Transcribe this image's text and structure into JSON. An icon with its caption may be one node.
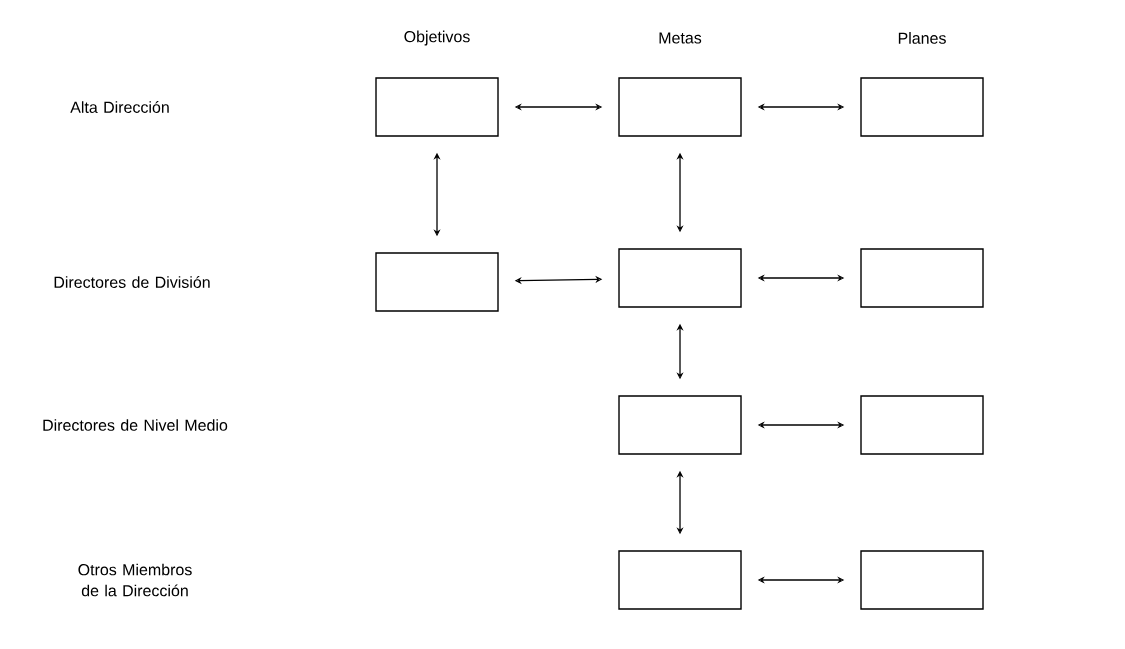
{
  "diagram": {
    "nodes": [
      {
        "text": [],
        "shape": "box"
      },
      {
        "text": [],
        "shape": "box"
      },
      {
        "text": [],
        "shape": "box"
      },
      {
        "text": [],
        "shape": "box"
      },
      {
        "text": [],
        "shape": "box"
      },
      {
        "text": [],
        "shape": "box"
      },
      {
        "text": [],
        "shape": "box"
      },
      {
        "text": [],
        "shape": "box"
      },
      {
        "text": [],
        "shape": "box"
      },
      {
        "text": [],
        "shape": "box"
      }
    ],
    "edges": [
      {
        "from": 0,
        "to": 1,
        "arrow": "both"
      },
      {
        "from": 1,
        "to": 2,
        "arrow": "both"
      },
      {
        "from": 0,
        "to": 3,
        "arrow": "both"
      },
      {
        "from": 1,
        "to": 4,
        "arrow": "both"
      },
      {
        "from": 3,
        "to": 4,
        "arrow": "both"
      },
      {
        "from": 4,
        "to": 5,
        "arrow": "both"
      },
      {
        "from": 4,
        "to": 6,
        "arrow": "both"
      },
      {
        "from": 6,
        "to": 7,
        "arrow": "both"
      },
      {
        "from": 6,
        "to": 8,
        "arrow": "both"
      },
      {
        "from": 8,
        "to": 9,
        "arrow": "both"
      }
    ],
    "labels": [
      "Objetivos",
      "Metas",
      "Planes",
      "Alta Dirección",
      "Directores de División",
      "Directores de Nivel Medio",
      "Otros Miembros de la Dirección"
    ]
  }
}
